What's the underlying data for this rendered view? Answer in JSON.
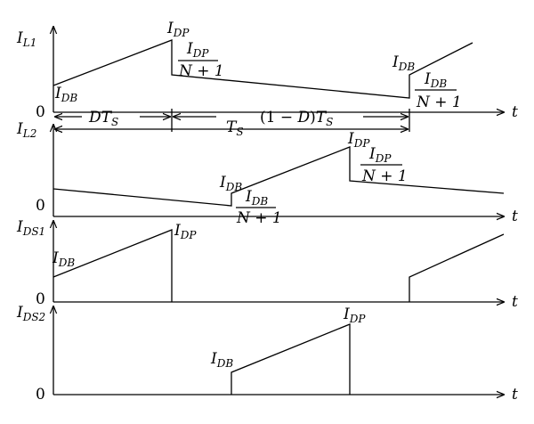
{
  "labels": {
    "il1": [
      "I",
      "L1"
    ],
    "il2": [
      "I",
      "L2"
    ],
    "ids1": [
      "I",
      "DS1"
    ],
    "ids2": [
      "I",
      "DS2"
    ],
    "idp": [
      "I",
      "DP"
    ],
    "idb": [
      "I",
      "DB"
    ],
    "zero": "0",
    "t": "t",
    "n_plus_1": "N + 1",
    "dts": [
      "DT",
      "S"
    ],
    "ts": [
      "T",
      "S"
    ],
    "one_minus_d_ts": [
      "(1 − ",
      "D",
      ")",
      "T",
      "S"
    ]
  }
}
